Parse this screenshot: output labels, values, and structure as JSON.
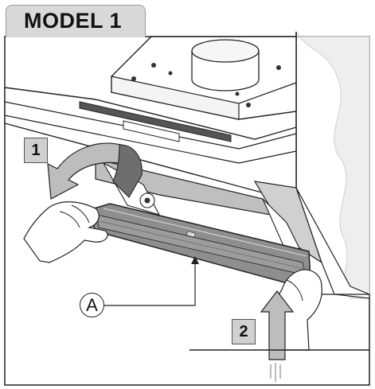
{
  "figure": {
    "model_label": "MODEL 1",
    "step_1": "1",
    "step_2": "2",
    "callout_a": "A",
    "colors": {
      "tab_fill": "#d9d9d9",
      "step_fill": "#d0d0d0",
      "arrow_fill": "#bdbdbd",
      "panel_fill": "#bdbdbd",
      "filter_fill": "#8e8e8e",
      "line": "#222222"
    }
  }
}
